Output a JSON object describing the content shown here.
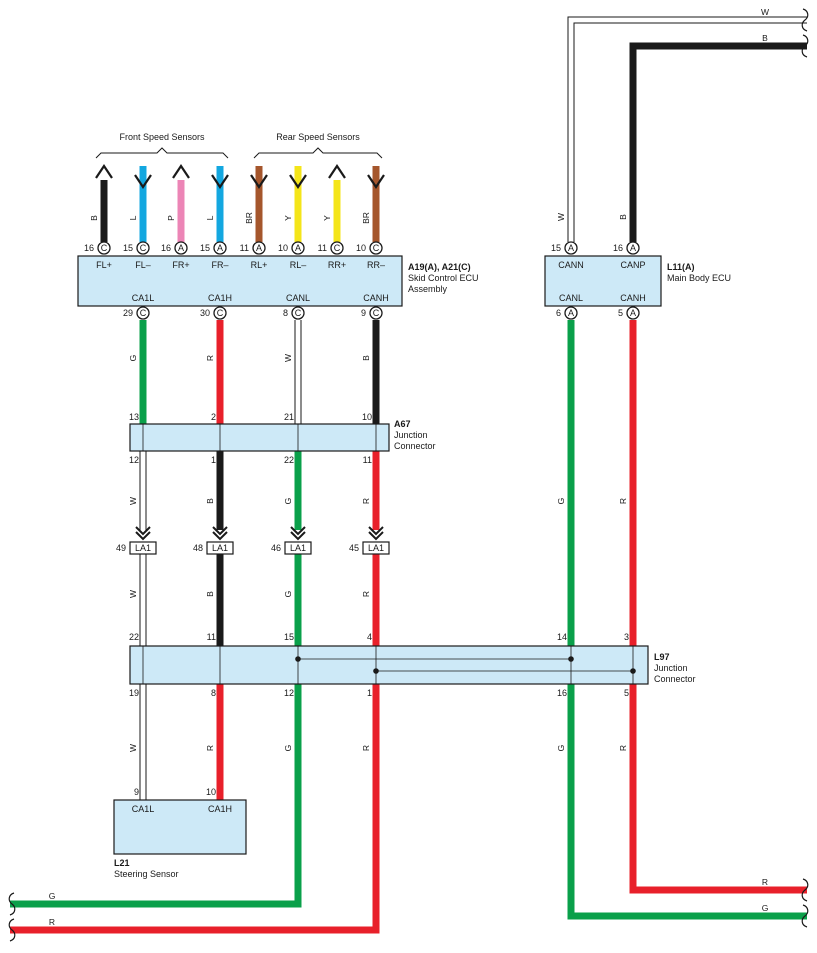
{
  "groups": {
    "front": "Front Speed Sensors",
    "rear": "Rear Speed Sensors"
  },
  "colors": {
    "B": "#1a1a1a",
    "W": "#ffffff",
    "G": "#0aa04a",
    "R": "#e8202a",
    "L": "#13a7e0",
    "P": "#ec85b6",
    "Y": "#f4e51a",
    "BR": "#a5562c",
    "box": "#cde9f7"
  },
  "components": {
    "skid": {
      "id": "A19(A), A21(C)",
      "line1": "Skid Control ECU",
      "line2": "Assembly"
    },
    "body": {
      "id": "L11(A)",
      "line1": "Main Body ECU"
    },
    "a67": {
      "id": "A67",
      "line1": "Junction",
      "line2": "Connector"
    },
    "l97": {
      "id": "L97",
      "line1": "Junction",
      "line2": "Connector"
    },
    "l21": {
      "id": "L21",
      "line1": "Steering Sensor"
    }
  },
  "skid_top_pins": [
    {
      "num": "16",
      "conn": "C",
      "sig": "FL+",
      "color": "B"
    },
    {
      "num": "15",
      "conn": "C",
      "sig": "FL–",
      "color": "L"
    },
    {
      "num": "16",
      "conn": "A",
      "sig": "FR+",
      "color": "P"
    },
    {
      "num": "15",
      "conn": "A",
      "sig": "FR–",
      "color": "L"
    },
    {
      "num": "11",
      "conn": "A",
      "sig": "RL+",
      "color": "BR"
    },
    {
      "num": "10",
      "conn": "A",
      "sig": "RL–",
      "color": "Y"
    },
    {
      "num": "11",
      "conn": "C",
      "sig": "RR+",
      "color": "Y"
    },
    {
      "num": "10",
      "conn": "C",
      "sig": "RR–",
      "color": "BR"
    }
  ],
  "skid_bottom_pins": [
    {
      "num": "29",
      "conn": "C",
      "sig": "CA1L",
      "color": "G"
    },
    {
      "num": "30",
      "conn": "C",
      "sig": "CA1H",
      "color": "R"
    },
    {
      "num": "8",
      "conn": "C",
      "sig": "CANL",
      "color": "W"
    },
    {
      "num": "9",
      "conn": "C",
      "sig": "CANH",
      "color": "B"
    }
  ],
  "body_top_pins": [
    {
      "num": "15",
      "conn": "A",
      "sig": "CANN",
      "color": "W"
    },
    {
      "num": "16",
      "conn": "A",
      "sig": "CANP",
      "color": "B"
    }
  ],
  "body_bottom_pins": [
    {
      "num": "6",
      "conn": "A",
      "sig": "CANL",
      "color": "G"
    },
    {
      "num": "5",
      "conn": "A",
      "sig": "CANH",
      "color": "R"
    }
  ],
  "a67_top_pins": [
    "13",
    "2",
    "21",
    "10"
  ],
  "a67_bottom": [
    {
      "num": "12",
      "color": "W"
    },
    {
      "num": "1",
      "color": "B"
    },
    {
      "num": "22",
      "color": "G"
    },
    {
      "num": "11",
      "color": "R"
    }
  ],
  "la1": [
    {
      "num": "49",
      "label": "LA1"
    },
    {
      "num": "48",
      "label": "LA1"
    },
    {
      "num": "46",
      "label": "LA1"
    },
    {
      "num": "45",
      "label": "LA1"
    }
  ],
  "l97_top": [
    {
      "num": "22",
      "color": "W"
    },
    {
      "num": "11",
      "color": "B"
    },
    {
      "num": "15",
      "color": "G"
    },
    {
      "num": "4",
      "color": "R"
    },
    {
      "num": "14",
      "color": "G"
    },
    {
      "num": "3",
      "color": "R"
    }
  ],
  "l97_bottom": [
    {
      "num": "19",
      "color": "W"
    },
    {
      "num": "8",
      "color": "R"
    },
    {
      "num": "12",
      "color": "G"
    },
    {
      "num": "1",
      "color": "R"
    },
    {
      "num": "16",
      "color": "G"
    },
    {
      "num": "5",
      "color": "R"
    }
  ],
  "l21_pins": [
    {
      "num": "9",
      "sig": "CA1L"
    },
    {
      "num": "10",
      "sig": "CA1H"
    }
  ],
  "edge_wires": {
    "top_right_1": "W",
    "top_right_2": "B",
    "bottom_right_1": "R",
    "bottom_right_2": "G",
    "bottom_left_1": "G",
    "bottom_left_2": "R"
  }
}
